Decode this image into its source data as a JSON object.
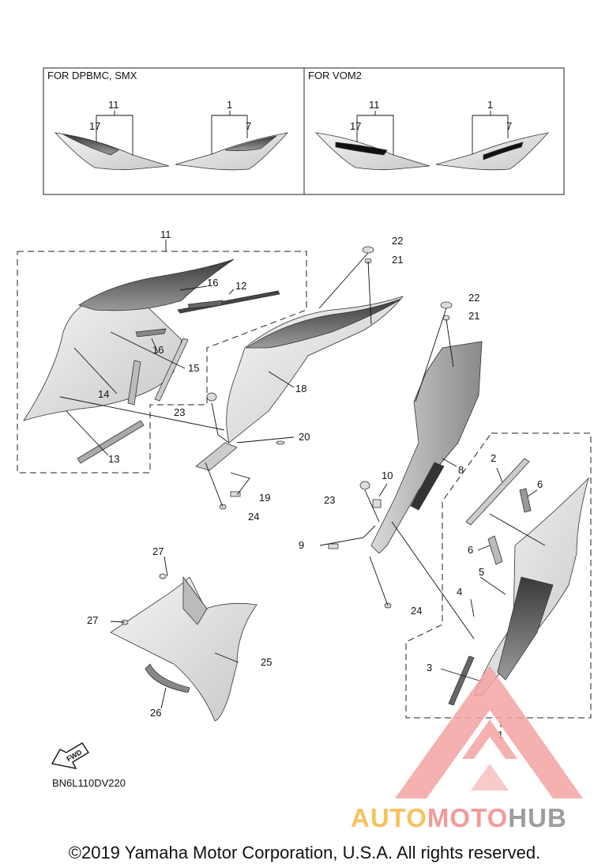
{
  "insets": [
    {
      "title": "FOR DPBMC, SMX",
      "labels": [
        "11",
        "17",
        "1",
        "7"
      ]
    },
    {
      "title": "FOR VOM2",
      "labels": [
        "11",
        "17",
        "1",
        "7"
      ]
    }
  ],
  "callouts": [
    "11",
    "16",
    "12",
    "16",
    "15",
    "14",
    "13",
    "18",
    "22",
    "21",
    "22",
    "21",
    "23",
    "20",
    "19",
    "24",
    "8",
    "2",
    "6",
    "6",
    "10",
    "23",
    "9",
    "5",
    "4",
    "24",
    "3",
    "1",
    "27",
    "27",
    "25",
    "26"
  ],
  "diagram_code": "BN6L110DV220",
  "fwd_label": "FWD",
  "watermark": {
    "part1": "AUTO",
    "part2": "MOTO",
    "part3": "HUB",
    "colors": [
      "#f5b942",
      "#f08a8a",
      "#8c8c8c"
    ]
  },
  "copyright": "©2019 Yamaha Motor Corporation, U.S.A. All rights reserved."
}
